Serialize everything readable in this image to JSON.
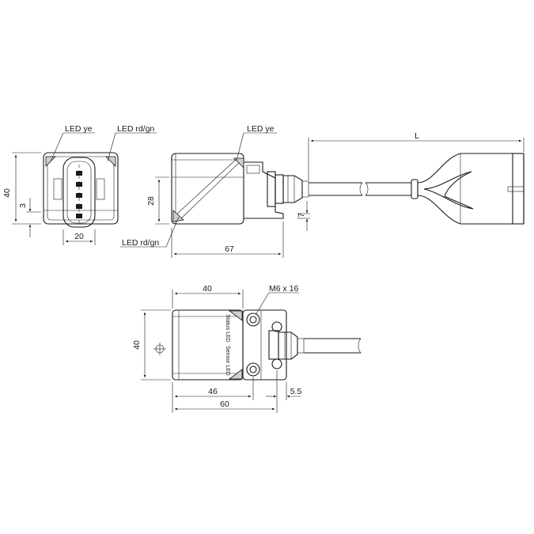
{
  "labels": {
    "led_ye_front": "LED ye",
    "led_rdgn_front": "LED rd/gn",
    "led_ye_side": "LED ye",
    "led_rdgn_side": "LED rd/gn",
    "screw": "M6 x 16",
    "status_led": "Status LED",
    "sensor_led": "Sensor LED"
  },
  "dimensions": {
    "front_height": "40",
    "front_offset": "3",
    "front_width": "20",
    "side_height": "28",
    "side_offset": "7",
    "side_length": "67",
    "cable_length": "L",
    "top_width": "40",
    "top_height": "40",
    "top_len46": "46",
    "top_len60": "60",
    "top_offset": "5.5"
  }
}
